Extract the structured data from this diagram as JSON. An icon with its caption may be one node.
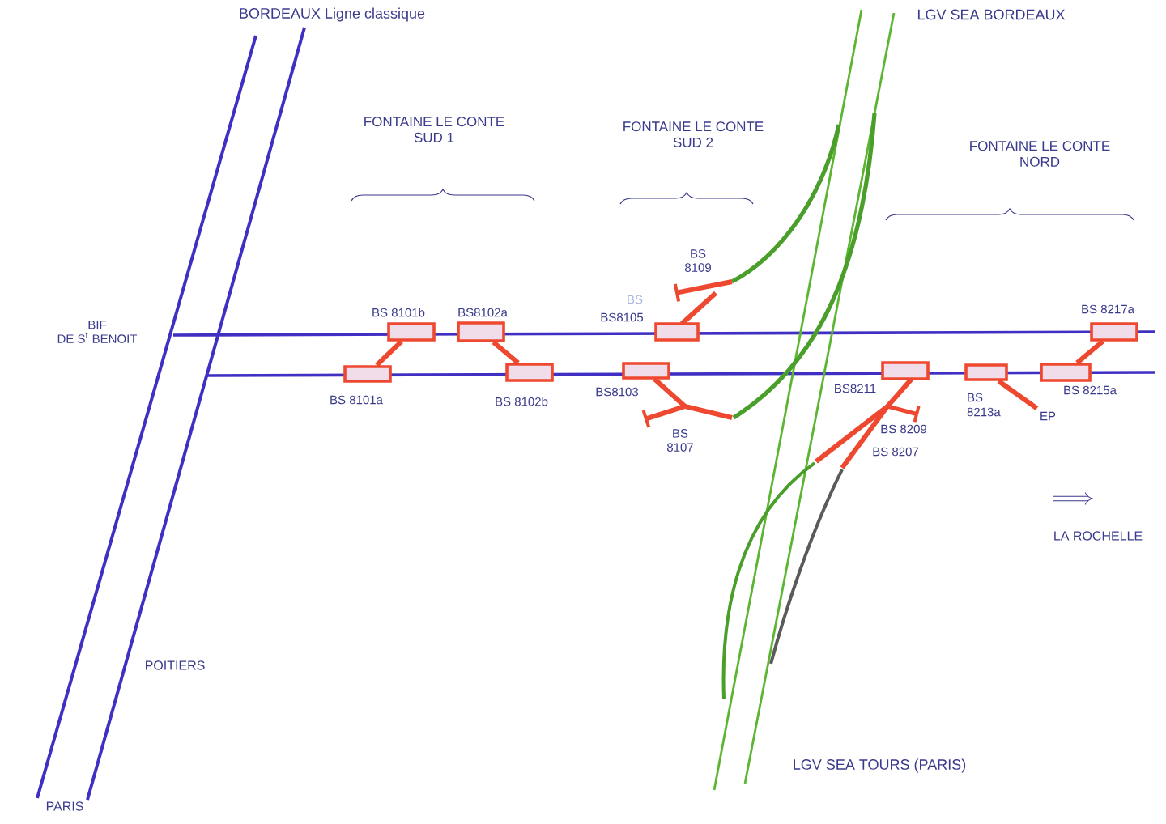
{
  "diagram": {
    "nodes": [
      {
        "text": [
          "BS 8101b"
        ]
      },
      {
        "text": [
          "BS8102a"
        ]
      },
      {
        "text": [
          "BS8105"
        ]
      },
      {
        "text": [
          "BS 8217a"
        ]
      },
      {
        "text": [
          "BS 8101a"
        ]
      },
      {
        "text": [
          "BS 8102b"
        ]
      },
      {
        "text": [
          "BS8103"
        ]
      },
      {
        "text": [
          "BS8211"
        ]
      },
      {
        "text": [
          "BS 8213a"
        ]
      },
      {
        "text": [
          "EP"
        ]
      },
      {
        "text": [
          "BS 8215a"
        ]
      }
    ],
    "edges": [
      {
        "from": 0,
        "to": 4,
        "arrow": "none"
      },
      {
        "from": 1,
        "to": 5,
        "arrow": "none"
      },
      {
        "from": 3,
        "to": 10,
        "arrow": "none"
      },
      {
        "from": 8,
        "to": 9,
        "arrow": "none"
      }
    ],
    "labels": [
      "BORDEAUX Ligne classique",
      "LGV SEA BORDEAUX",
      "FONTAINE LE CONTE SUD 1",
      "FONTAINE LE CONTE SUD 2",
      "FONTAINE LE CONTE NORD",
      "BS 8109",
      "BS",
      "BIF DE S$^{t}$ BENOIT",
      "BS 8107",
      "BS 8209",
      "BS 8207",
      "LA ROCHELLE",
      "POITIERS",
      "LGV SEA TOURS (PARIS)",
      "PARIS"
    ]
  }
}
